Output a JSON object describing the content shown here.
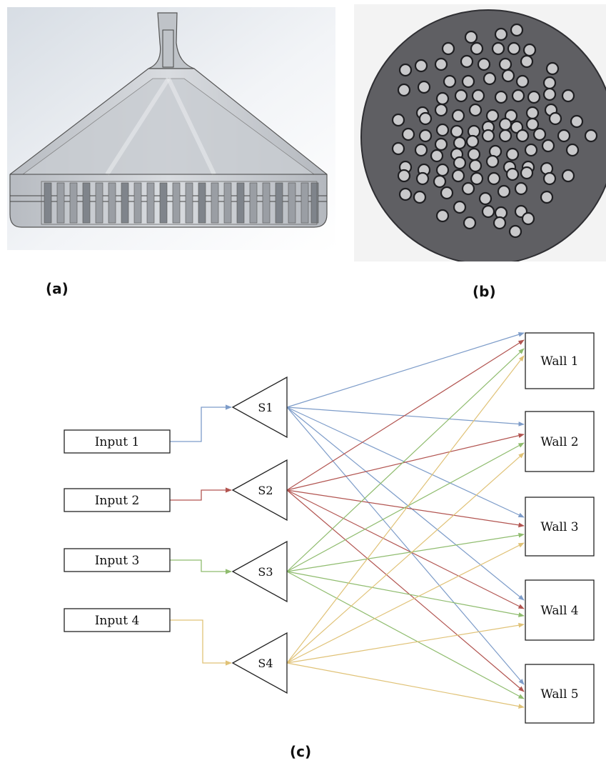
{
  "captions": {
    "a": "(a)",
    "b": "(b)",
    "c": "(c)"
  },
  "diagram": {
    "inputs": [
      "Input 1",
      "Input 2",
      "Input 3",
      "Input 4"
    ],
    "splitters": [
      "S1",
      "S2",
      "S3",
      "S4"
    ],
    "walls": [
      "Wall 1",
      "Wall 2",
      "Wall 3",
      "Wall 4",
      "Wall 5"
    ],
    "colors": {
      "blue": "#7d9cc9",
      "red": "#b25450",
      "green": "#8fbc6e",
      "yellow": "#e0c277"
    }
  }
}
